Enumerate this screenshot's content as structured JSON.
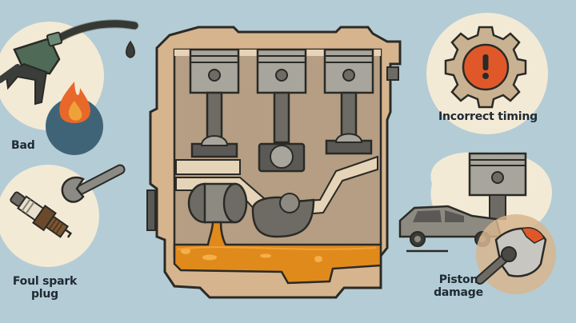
{
  "illustration": {
    "subject": "Engine cross-section with oil pan and causes of engine trouble",
    "background_color": "#b4ccd5",
    "accent_colors": {
      "cream_circle": "#f3ead6",
      "engine_body": "#d6b58e",
      "engine_inner": "#b59e83",
      "piston_gray": "#9a968c",
      "oil_orange": "#e08a1c",
      "warning_red": "#e0582a",
      "flame_blue": "#3f6477",
      "outline": "#2a2a26"
    }
  },
  "callouts": [
    {
      "id": "bad-fuel",
      "label": "Bad",
      "icon": "fuel-nozzle-with-flame-icon"
    },
    {
      "id": "foul-spark-plug",
      "label": "Foul spark plug",
      "icon": "spark-plug-with-wrench-icon"
    },
    {
      "id": "incorrect-timing",
      "label": "Incorrect timing",
      "icon": "gear-warning-icon"
    },
    {
      "id": "piston-damage",
      "label": "Piston damage",
      "icon": "car-and-damaged-piston-icon"
    }
  ],
  "engine": {
    "pistons": 3,
    "oil_level": "pooled in oil pan"
  }
}
